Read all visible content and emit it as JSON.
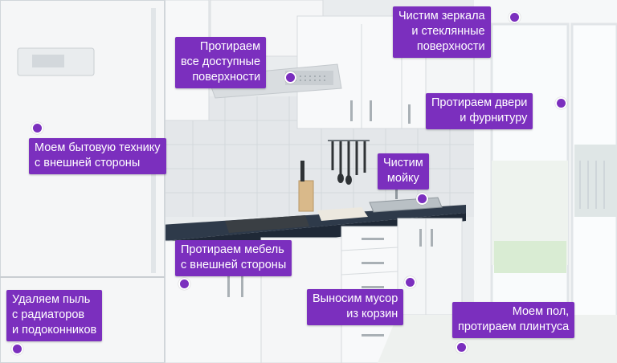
{
  "accent_color": "#7b2fbe",
  "dot_icon": "purple-circle-marker",
  "callouts": {
    "mirrors": [
      "Чистим зеркала",
      "и стеклянные",
      "поверхности"
    ],
    "surfaces": [
      "Протираем",
      "все доступные",
      "поверхности"
    ],
    "doors": [
      "Протираем двери",
      "и фурнитуру"
    ],
    "appliances": [
      "Моем бытовую технику",
      "с внешней стороны"
    ],
    "sink": [
      "Чистим",
      "мойку"
    ],
    "furniture": [
      "Протираем мебель",
      "с внешней стороны"
    ],
    "radiators": [
      "Удаляем пыль",
      "с радиаторов",
      "и подоконников"
    ],
    "trash": [
      "Выносим мусор",
      "из корзин"
    ],
    "floor": [
      "Моем пол,",
      "протираем плинтуса"
    ]
  }
}
